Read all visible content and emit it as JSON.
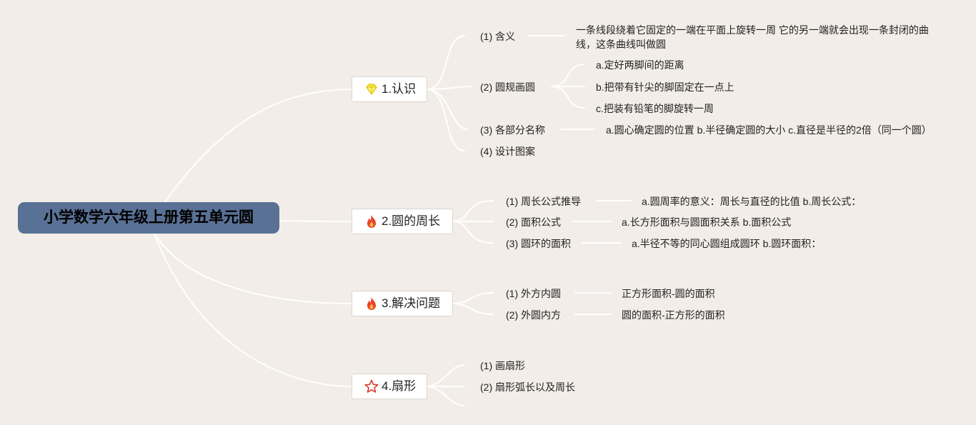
{
  "colors": {
    "background": "#f2ede8",
    "root_fill": "#5a7196",
    "line": "#ffffff",
    "topic_fill": "#ffffff"
  },
  "root": {
    "title": "小学数学六年级上册第五单元圆"
  },
  "topics": {
    "t1": {
      "label": "1.认识",
      "icon": "diamond-icon",
      "items": {
        "meaning": {
          "label": "(1) 含义",
          "detail": "一条线段绕着它固定的一端在平面上旋转一周 它的另一端就会出现一条封闭的曲线，这条曲线叫做圆"
        },
        "compass": {
          "label": "(2) 圆规画圆",
          "steps": [
            "a.定好两脚间的距离",
            "b.把带有针尖的脚固定在一点上",
            "c.把装有铅笔的脚旋转一周"
          ]
        },
        "parts": {
          "label": "(3) 各部分名称",
          "detail": "a.圆心确定圆的位置 b.半径确定圆的大小 c.直径是半径的2倍（同一个圆）"
        },
        "design": {
          "label": "(4) 设计图案"
        }
      }
    },
    "t2": {
      "label": "2.圆的周长",
      "icon": "fire-icon",
      "items": {
        "formula": {
          "label": "(1) 周长公式推导",
          "detail": "a.圆周率的意义：周长与直径的比值 b.周长公式："
        },
        "area": {
          "label": "(2) 面积公式",
          "detail": "a.长方形面积与圆面积关系 b.面积公式"
        },
        "ring": {
          "label": "(3) 圆环的面积",
          "detail": "a.半径不等的同心圆组成圆环 b.圆环面积："
        }
      }
    },
    "t3": {
      "label": "3.解决问题",
      "icon": "fire-icon",
      "items": {
        "outer_square": {
          "label": "(1) 外方内圆",
          "detail": "正方形面积-圆的面积"
        },
        "outer_circle": {
          "label": "(2) 外圆内方",
          "detail": "圆的面积-正方形的面积"
        }
      }
    },
    "t4": {
      "label": "4.扇形",
      "icon": "star-icon",
      "items": {
        "draw": {
          "label": "(1) 画扇形"
        },
        "arc": {
          "label": "(2) 扇形弧长以及周长"
        }
      }
    }
  }
}
